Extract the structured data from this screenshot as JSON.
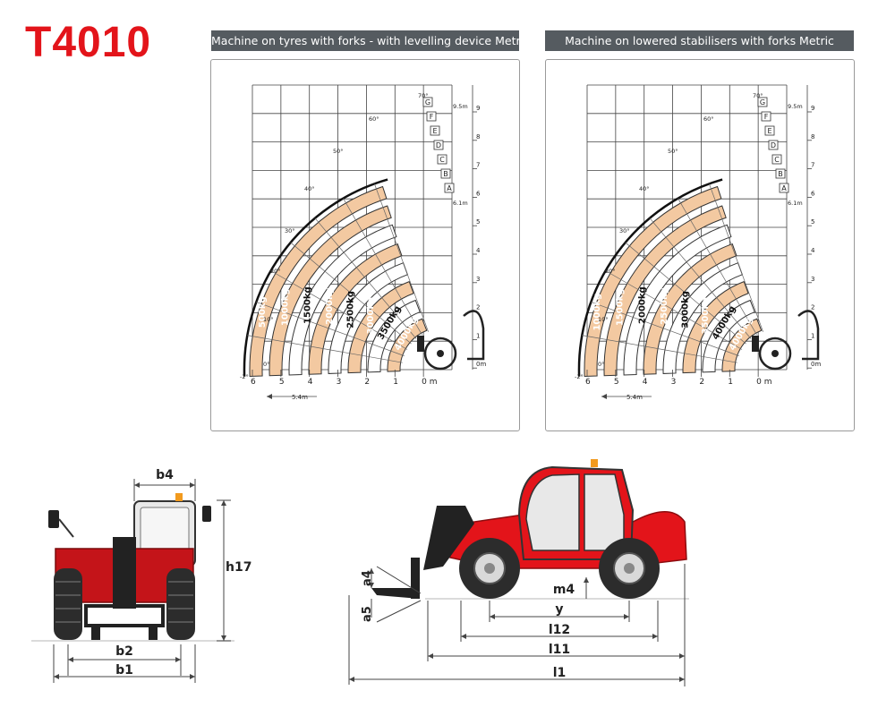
{
  "title": "T4010",
  "chart_left": {
    "header": "Machine on tyres with forks - with levelling device Metric",
    "load_labels": [
      "500kg",
      "1000kg",
      "1500kg",
      "2000kg",
      "2500kg",
      "3000kg",
      "3500kg",
      "4000kg"
    ]
  },
  "chart_right": {
    "header": "Machine on lowered stabilisers with forks Metric",
    "load_labels": [
      "1000kg",
      "1500kg",
      "2000kg",
      "2500kg",
      "3000kg",
      "3500kg",
      "4000kg",
      "4000kg"
    ]
  },
  "axes": {
    "x_ticks": [
      "6",
      "5",
      "4",
      "3",
      "2",
      "1",
      "0 m"
    ],
    "y_ticks": [
      "9",
      "8",
      "7",
      "6",
      "5",
      "4",
      "3",
      "2",
      "1",
      "0m"
    ],
    "angle_ticks": [
      "70°",
      "60°",
      "50°",
      "40°",
      "30°",
      "20°",
      "10°",
      "0°",
      "-2°"
    ],
    "extension_letters": [
      "G",
      "F",
      "E",
      "D",
      "C",
      "B",
      "A"
    ],
    "reach_label": "5.4m",
    "max_height_label": "9.5m",
    "min_height_label": "6.1m"
  },
  "dimensions": {
    "front": {
      "top_width": "b4",
      "height": "h17",
      "track": "b2",
      "overall_width": "b1"
    },
    "side": {
      "fork_thickness": "a4",
      "fork_angle": "a5",
      "ground_clearance": "m4",
      "wheelbase": "y",
      "l12": "l12",
      "l11": "l11",
      "overall_length": "l1"
    }
  },
  "colors": {
    "brand_red": "#e3141a",
    "load_fill": "#f3c9a1",
    "header_bg": "#555b60",
    "machine_red": "#e3141a"
  }
}
